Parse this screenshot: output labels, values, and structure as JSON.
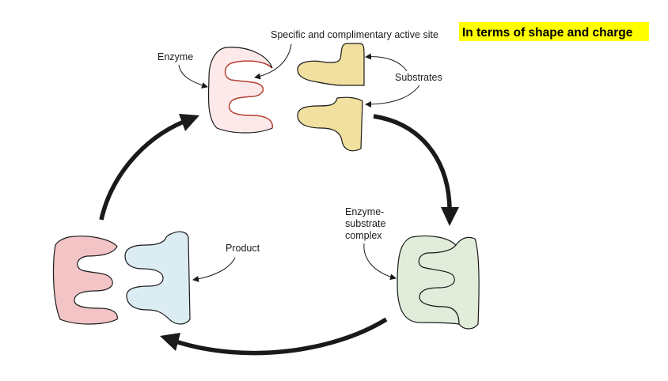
{
  "labels": {
    "active_site": "Specific and complimentary active site",
    "highlight": "In terms of shape and charge",
    "enzyme": "Enzyme",
    "substrates": "Substrates",
    "complex_line1": "Enzyme-",
    "complex_line2": "substrate",
    "complex_line3": "complex",
    "product": "Product"
  },
  "colors": {
    "highlight": "#ffff00",
    "enzyme_fill": "#fde9ea",
    "enzyme_outline": "#c0392b",
    "substrate_fill": "#f2e0a0",
    "complex_fill": "#e1ecda",
    "released_enzyme_fill": "#f2c4c6",
    "product_fill": "#dcecf3",
    "outline": "#000000",
    "cycle_arrow": "#1a1a1a"
  }
}
